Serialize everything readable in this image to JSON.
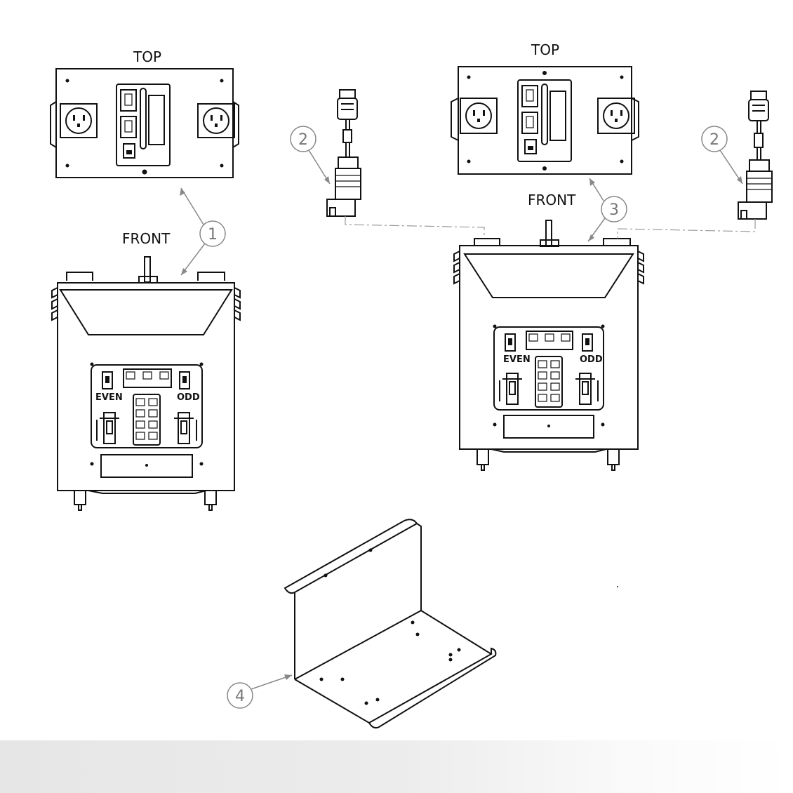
{
  "views": {
    "top_left": "TOP",
    "front_left": "FRONT",
    "top_right": "TOP",
    "front_right": "FRONT"
  },
  "callouts": {
    "c1": "1",
    "c2a": "2",
    "c2b": "2",
    "c3": "3",
    "c4": "4"
  },
  "panel": {
    "even": "EVEN",
    "odd": "ODD"
  }
}
